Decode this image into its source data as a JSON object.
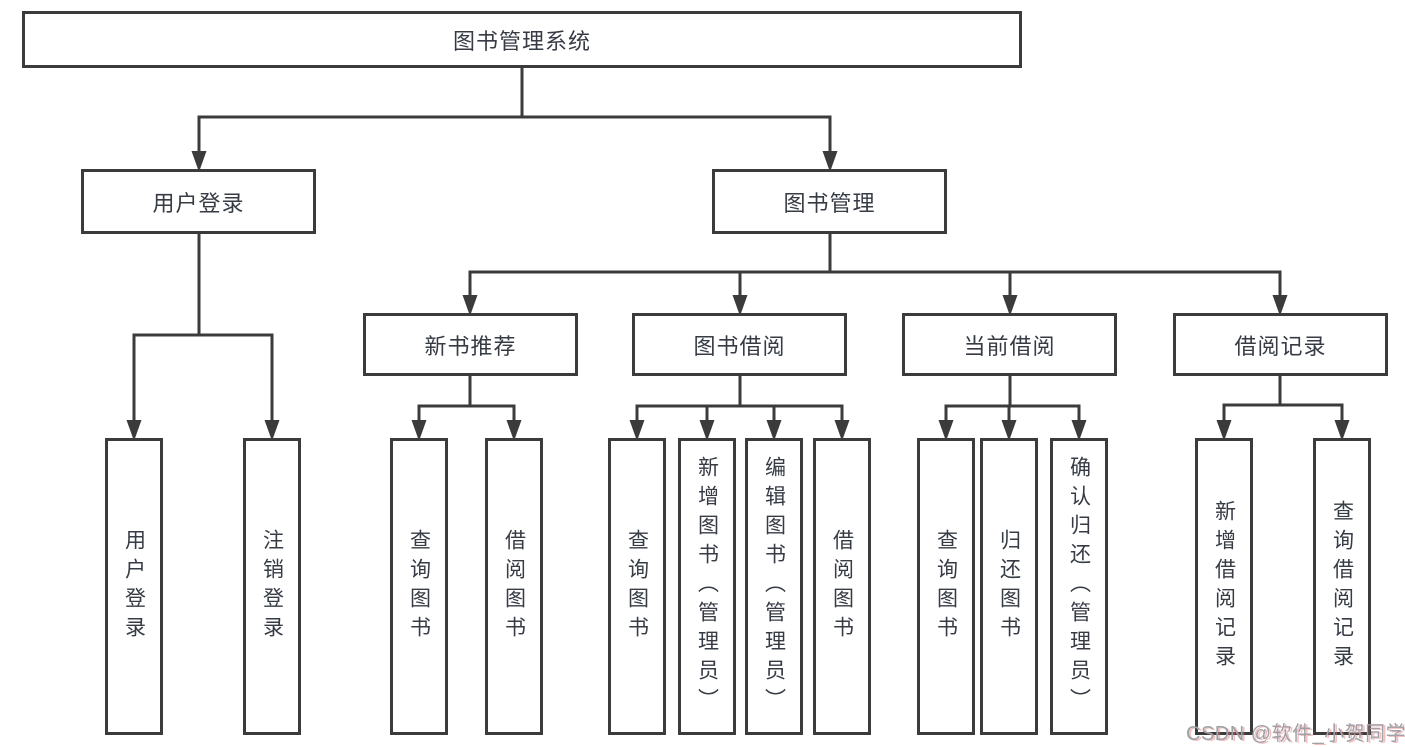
{
  "diagram": {
    "title": "图书管理系统",
    "nodes": {
      "root": {
        "label": "图书管理系统"
      },
      "user_login": {
        "label": "用户登录"
      },
      "book_mgmt": {
        "label": "图书管理"
      },
      "new_book_rec": {
        "label": "新书推荐"
      },
      "book_borrow": {
        "label": "图书借阅"
      },
      "current_borrow": {
        "label": "当前借阅"
      },
      "borrow_records": {
        "label": "借阅记录"
      },
      "leaf_user_login": {
        "label": "用户登录"
      },
      "leaf_logout": {
        "label": "注销登录"
      },
      "leaf_query_book_1": {
        "label": "查询图书"
      },
      "leaf_borrow_book_1": {
        "label": "借阅图书"
      },
      "leaf_query_book_2": {
        "label": "查询图书"
      },
      "leaf_add_book": {
        "label": "新增图书（管理员）"
      },
      "leaf_edit_book": {
        "label": "编辑图书（管理员）"
      },
      "leaf_borrow_book_2": {
        "label": "借阅图书"
      },
      "leaf_query_book_3": {
        "label": "查询图书"
      },
      "leaf_return_book": {
        "label": "归还图书"
      },
      "leaf_confirm_return": {
        "label": "确认归还（管理员）"
      },
      "leaf_add_record": {
        "label": "新增借阅记录"
      },
      "leaf_query_record": {
        "label": "查询借阅记录"
      }
    },
    "tree": {
      "图书管理系统": [
        "用户登录",
        "图书管理"
      ],
      "用户登录": [
        "用户登录",
        "注销登录"
      ],
      "图书管理": [
        "新书推荐",
        "图书借阅",
        "当前借阅",
        "借阅记录"
      ],
      "新书推荐": [
        "查询图书",
        "借阅图书"
      ],
      "图书借阅": [
        "查询图书",
        "新增图书（管理员）",
        "编辑图书（管理员）",
        "借阅图书"
      ],
      "当前借阅": [
        "查询图书",
        "归还图书",
        "确认归还（管理员）"
      ],
      "借阅记录": [
        "新增借阅记录",
        "查询借阅记录"
      ]
    }
  },
  "watermark": {
    "text": "CSDN @软件_小贺同学"
  },
  "colors": {
    "line": "#3b3b3b",
    "box_background": "#ffffff",
    "label_text": "#363b44",
    "watermark_text": "#9fa1a9",
    "watermark_shadow": "#e57373"
  }
}
